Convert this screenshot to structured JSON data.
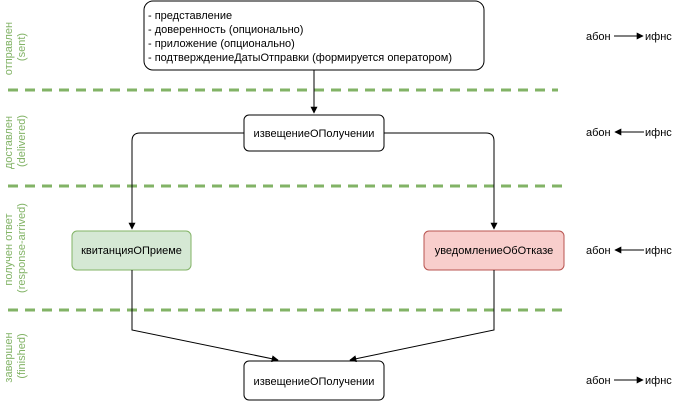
{
  "stages": [
    {
      "title": "отправлен",
      "subtitle": "(sent)"
    },
    {
      "title": "доставлен",
      "subtitle": "(delivered)"
    },
    {
      "title": "получен ответ",
      "subtitle": "(response-arrived)"
    },
    {
      "title": "завершен",
      "subtitle": "(finished)"
    }
  ],
  "top_box": {
    "lines": [
      "- представление",
      "- доверенность (опционально)",
      "- приложение (опционально)",
      "- подтверждениеДатыОтправки (формируется оператором)"
    ]
  },
  "nodes": {
    "notice_1": "извещениеОПолучении",
    "receipt": "квитанцияОПриеме",
    "refusal": "уведомлениеОбОтказе",
    "notice_2": "извещениеОПолучении"
  },
  "directions": [
    {
      "from": "абон",
      "to": "ифнс",
      "arrow": "right"
    },
    {
      "from": "абон",
      "to": "ифнс",
      "arrow": "left"
    },
    {
      "from": "абон",
      "to": "ифнс",
      "arrow": "left"
    },
    {
      "from": "абон",
      "to": "ифнс",
      "arrow": "right"
    }
  ],
  "colors": {
    "stage_label": "#82b366",
    "separator": "#82b366",
    "receipt_fill": "#d5e8d4",
    "receipt_stroke": "#82b366",
    "refusal_fill": "#f8cecc",
    "refusal_stroke": "#b85450",
    "line": "#000000"
  }
}
